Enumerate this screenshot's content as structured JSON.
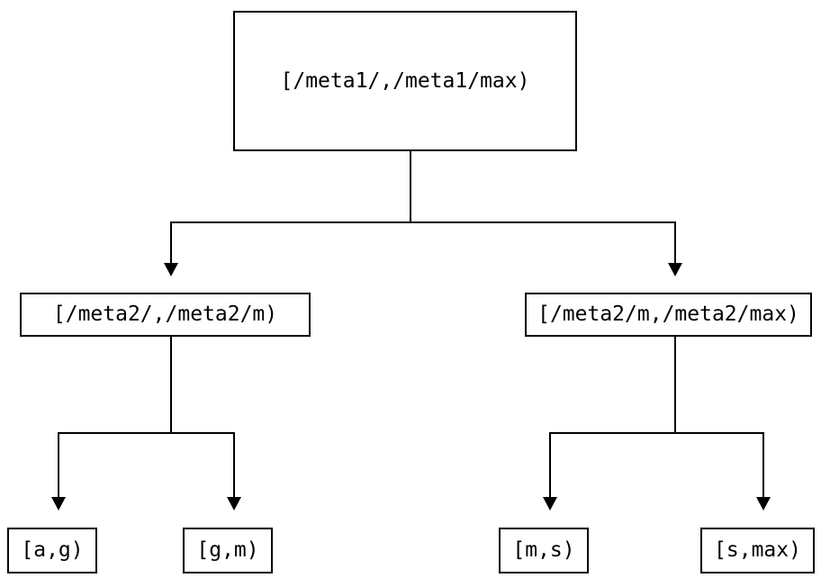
{
  "diagram": {
    "type": "tree",
    "root": {
      "label": "[/meta1/,/meta1/max)"
    },
    "children": [
      {
        "label": "[/meta2/,/meta2/m)",
        "children": [
          {
            "label": "[a,g)"
          },
          {
            "label": "[g,m)"
          }
        ]
      },
      {
        "label": "[/meta2/m,/meta2/max)",
        "children": [
          {
            "label": "[m,s)"
          },
          {
            "label": "[s,max)"
          }
        ]
      }
    ],
    "colors": {
      "background": "#ffffff",
      "box_border": "#000000",
      "line": "#000000",
      "text": "#000000"
    }
  }
}
